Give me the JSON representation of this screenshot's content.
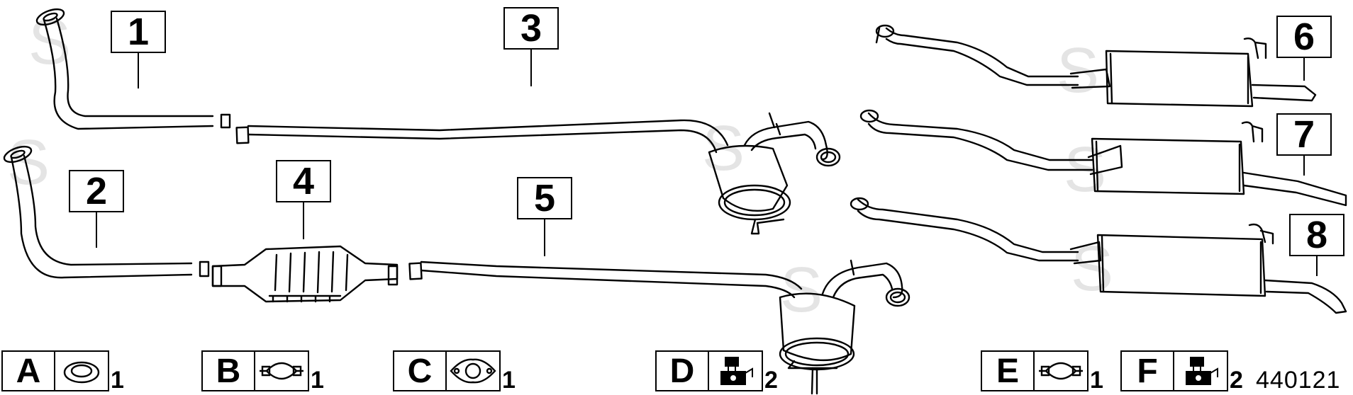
{
  "callouts": [
    "1",
    "2",
    "3",
    "4",
    "5",
    "6",
    "7",
    "8"
  ],
  "legend": [
    {
      "letter": "A",
      "qty": "1",
      "icon": "gasket-ring-icon"
    },
    {
      "letter": "B",
      "qty": "1",
      "icon": "pipe-clamp-icon"
    },
    {
      "letter": "C",
      "qty": "1",
      "icon": "flange-gasket-icon"
    },
    {
      "letter": "D",
      "qty": "2",
      "icon": "rubber-mount-icon"
    },
    {
      "letter": "E",
      "qty": "1",
      "icon": "pipe-clamp-icon"
    },
    {
      "letter": "F",
      "qty": "2",
      "icon": "rubber-mount-icon"
    }
  ],
  "diagram_code": "440121",
  "colors": {
    "line": "#000000",
    "background": "#ffffff",
    "watermark": "#e4e4e4"
  }
}
